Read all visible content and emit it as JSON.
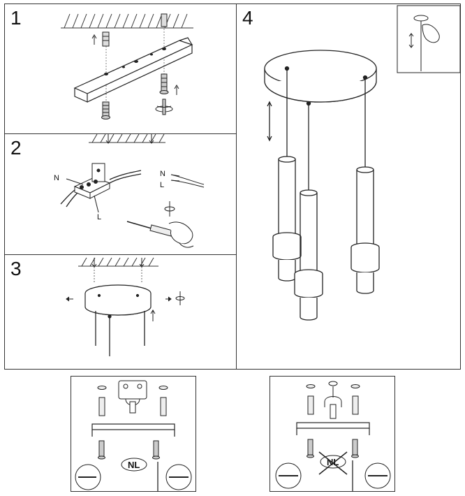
{
  "steps": {
    "s1": "1",
    "s2": "2",
    "s3": "3",
    "s4": "4"
  },
  "wire_labels": {
    "neutral": "N",
    "live": "L",
    "neutral_right": "N",
    "live_right": "L"
  },
  "bottom": {
    "left_badge": "NL",
    "right_badge": "NL"
  }
}
